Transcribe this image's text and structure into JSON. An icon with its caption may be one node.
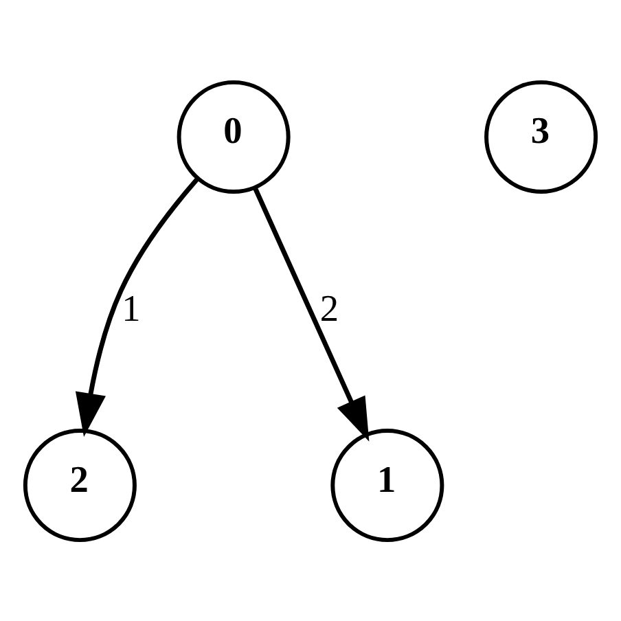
{
  "diagram": {
    "nodes": [
      {
        "text": [
          "0"
        ]
      },
      {
        "text": [
          "3"
        ]
      },
      {
        "text": [
          "2"
        ]
      },
      {
        "text": [
          "1"
        ]
      }
    ],
    "edges": [
      {
        "from": 0,
        "to": 2,
        "arrow": "to",
        "label": "1"
      },
      {
        "from": 0,
        "to": 3,
        "arrow": "to",
        "label": "2"
      }
    ]
  }
}
